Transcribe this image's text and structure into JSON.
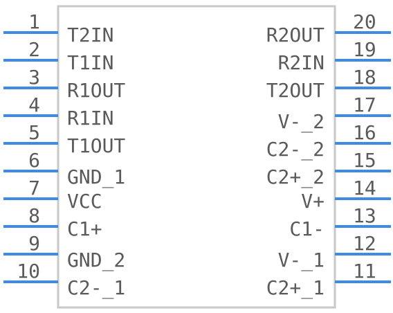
{
  "component": {
    "body_color": "#c8c8c8",
    "pin_color": "#3c8ce6",
    "text_color": "#5a5a5a",
    "left_pins": [
      {
        "number": "1",
        "label": "T2IN"
      },
      {
        "number": "2",
        "label": "T1IN"
      },
      {
        "number": "3",
        "label": "R1OUT"
      },
      {
        "number": "4",
        "label": "R1IN"
      },
      {
        "number": "5",
        "label": "T1OUT"
      },
      {
        "number": "6",
        "label": "GND_1"
      },
      {
        "number": "7",
        "label": "VCC"
      },
      {
        "number": "8",
        "label": "C1+"
      },
      {
        "number": "9",
        "label": "GND_2"
      },
      {
        "number": "10",
        "label": "C2-_1"
      }
    ],
    "right_pins": [
      {
        "number": "20",
        "label": "R2OUT"
      },
      {
        "number": "19",
        "label": "R2IN"
      },
      {
        "number": "18",
        "label": "T2OUT"
      },
      {
        "number": "17",
        "label": "V-_2"
      },
      {
        "number": "16",
        "label": "C2-_2"
      },
      {
        "number": "15",
        "label": "C2+_2"
      },
      {
        "number": "14",
        "label": "V+"
      },
      {
        "number": "13",
        "label": "C1-"
      },
      {
        "number": "12",
        "label": "V-_1"
      },
      {
        "number": "11",
        "label": "C2+_1"
      }
    ]
  }
}
